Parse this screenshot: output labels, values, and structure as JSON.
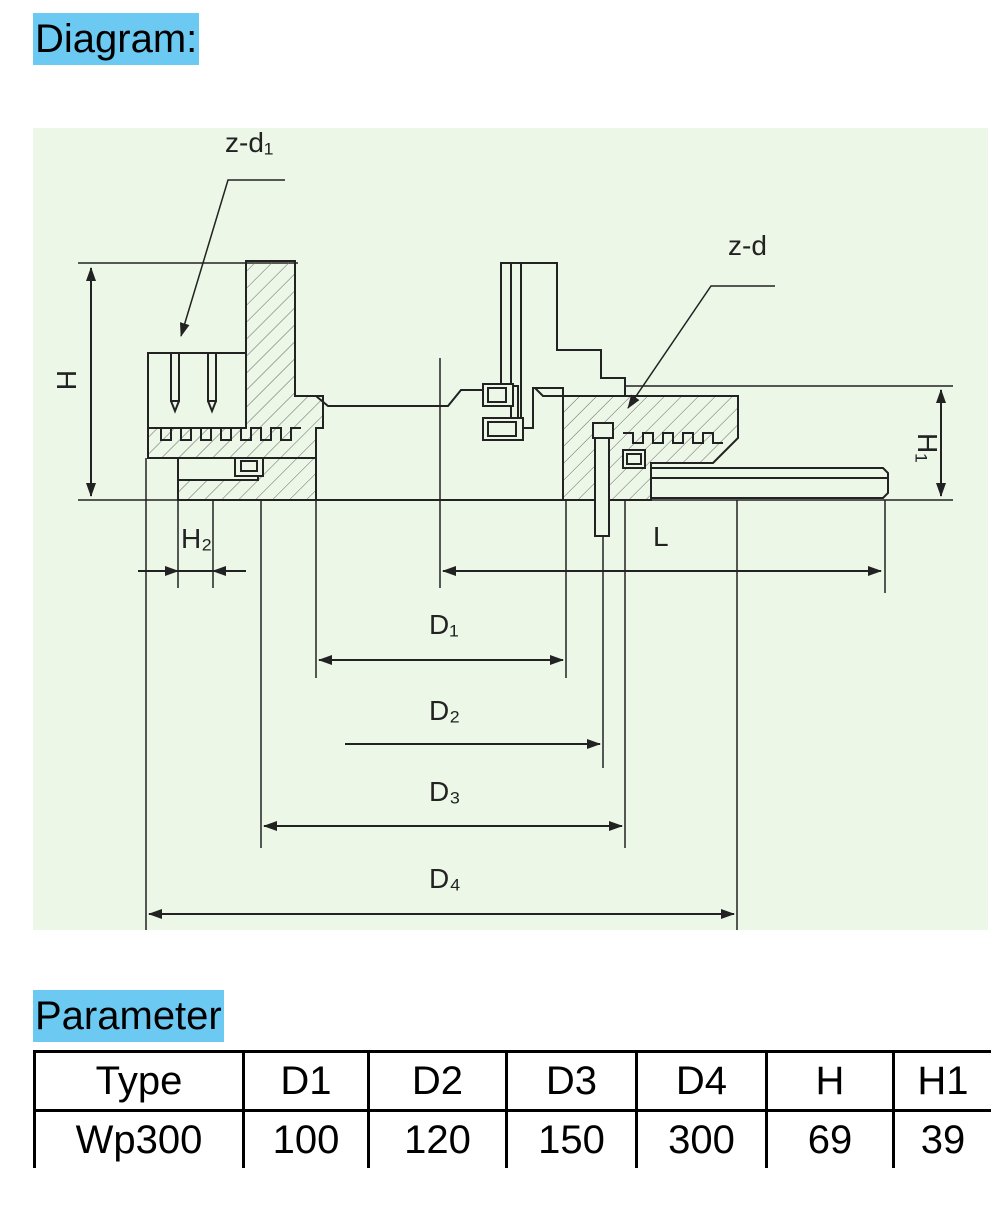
{
  "headings": {
    "diagram": "Diagram:",
    "parameter": "Parameter"
  },
  "diagram_labels": {
    "z_d1": "z-d₁",
    "z_d": "z-d",
    "H": "H",
    "H1": "H₁",
    "H2": "H₂",
    "L": "L",
    "D1": "D₁",
    "D2": "D₂",
    "D3": "D₃",
    "D4": "D₄"
  },
  "colors": {
    "heading_bg": "#6cc9f2",
    "diagram_bg": "#ecf7e7"
  },
  "table": {
    "columns": [
      "Type",
      "D1",
      "D2",
      "D3",
      "D4",
      "H",
      "H1"
    ],
    "rows": [
      [
        "Wp300",
        "100",
        "120",
        "150",
        "300",
        "69",
        "39"
      ]
    ]
  }
}
